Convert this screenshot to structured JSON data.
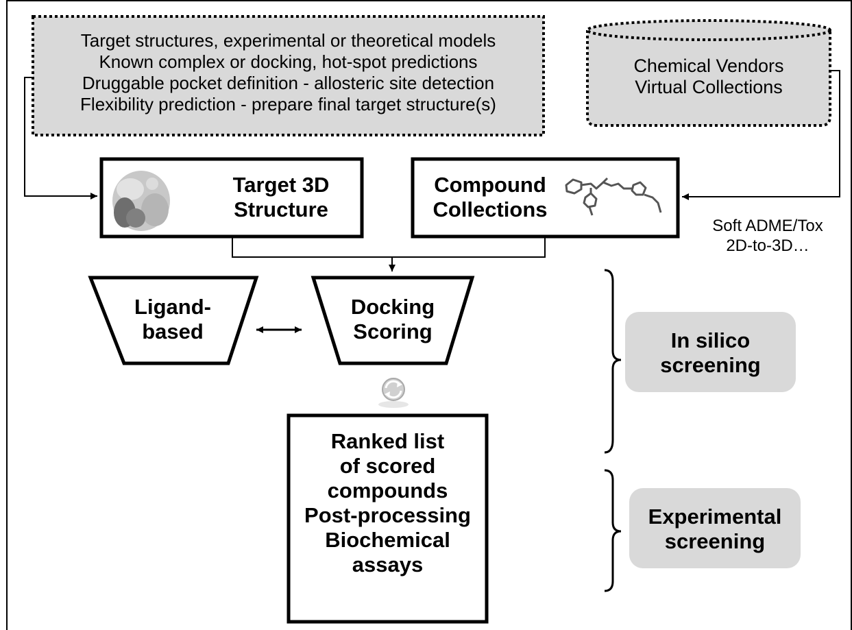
{
  "inputs": {
    "target_info": [
      "Target structures, experimental or theoretical models",
      "Known complex or docking, hot-spot predictions",
      "Druggable pocket definition - allosteric site detection",
      "Flexibility prediction - prepare final target structure(s)"
    ],
    "vendors": [
      "Chemical Vendors",
      "Virtual Collections"
    ]
  },
  "nodes": {
    "target_3d": [
      "Target 3D",
      "Structure"
    ],
    "compound_collections": [
      "Compound",
      "Collections"
    ],
    "soft_filter": [
      "Soft ADME/Tox",
      "2D-to-3D…"
    ],
    "ligand_based": [
      "Ligand-",
      "based"
    ],
    "docking_scoring": [
      "Docking",
      "Scoring"
    ],
    "ranked_list": [
      "Ranked list",
      "of scored",
      "compounds",
      "Post-processing",
      "Biochemical",
      "assays"
    ]
  },
  "phases": {
    "in_silico": [
      "In silico",
      "screening"
    ],
    "experimental": [
      "Experimental",
      "screening"
    ]
  },
  "colors": {
    "box_fill": "#d9d9d9",
    "phase_fill": "#d9d9d9",
    "stroke": "#000000",
    "protein_light": "#c8c8c8",
    "protein_dark": "#6e6e6e",
    "molecule": "#555555",
    "refresh_icon": "#a9a9a9"
  }
}
